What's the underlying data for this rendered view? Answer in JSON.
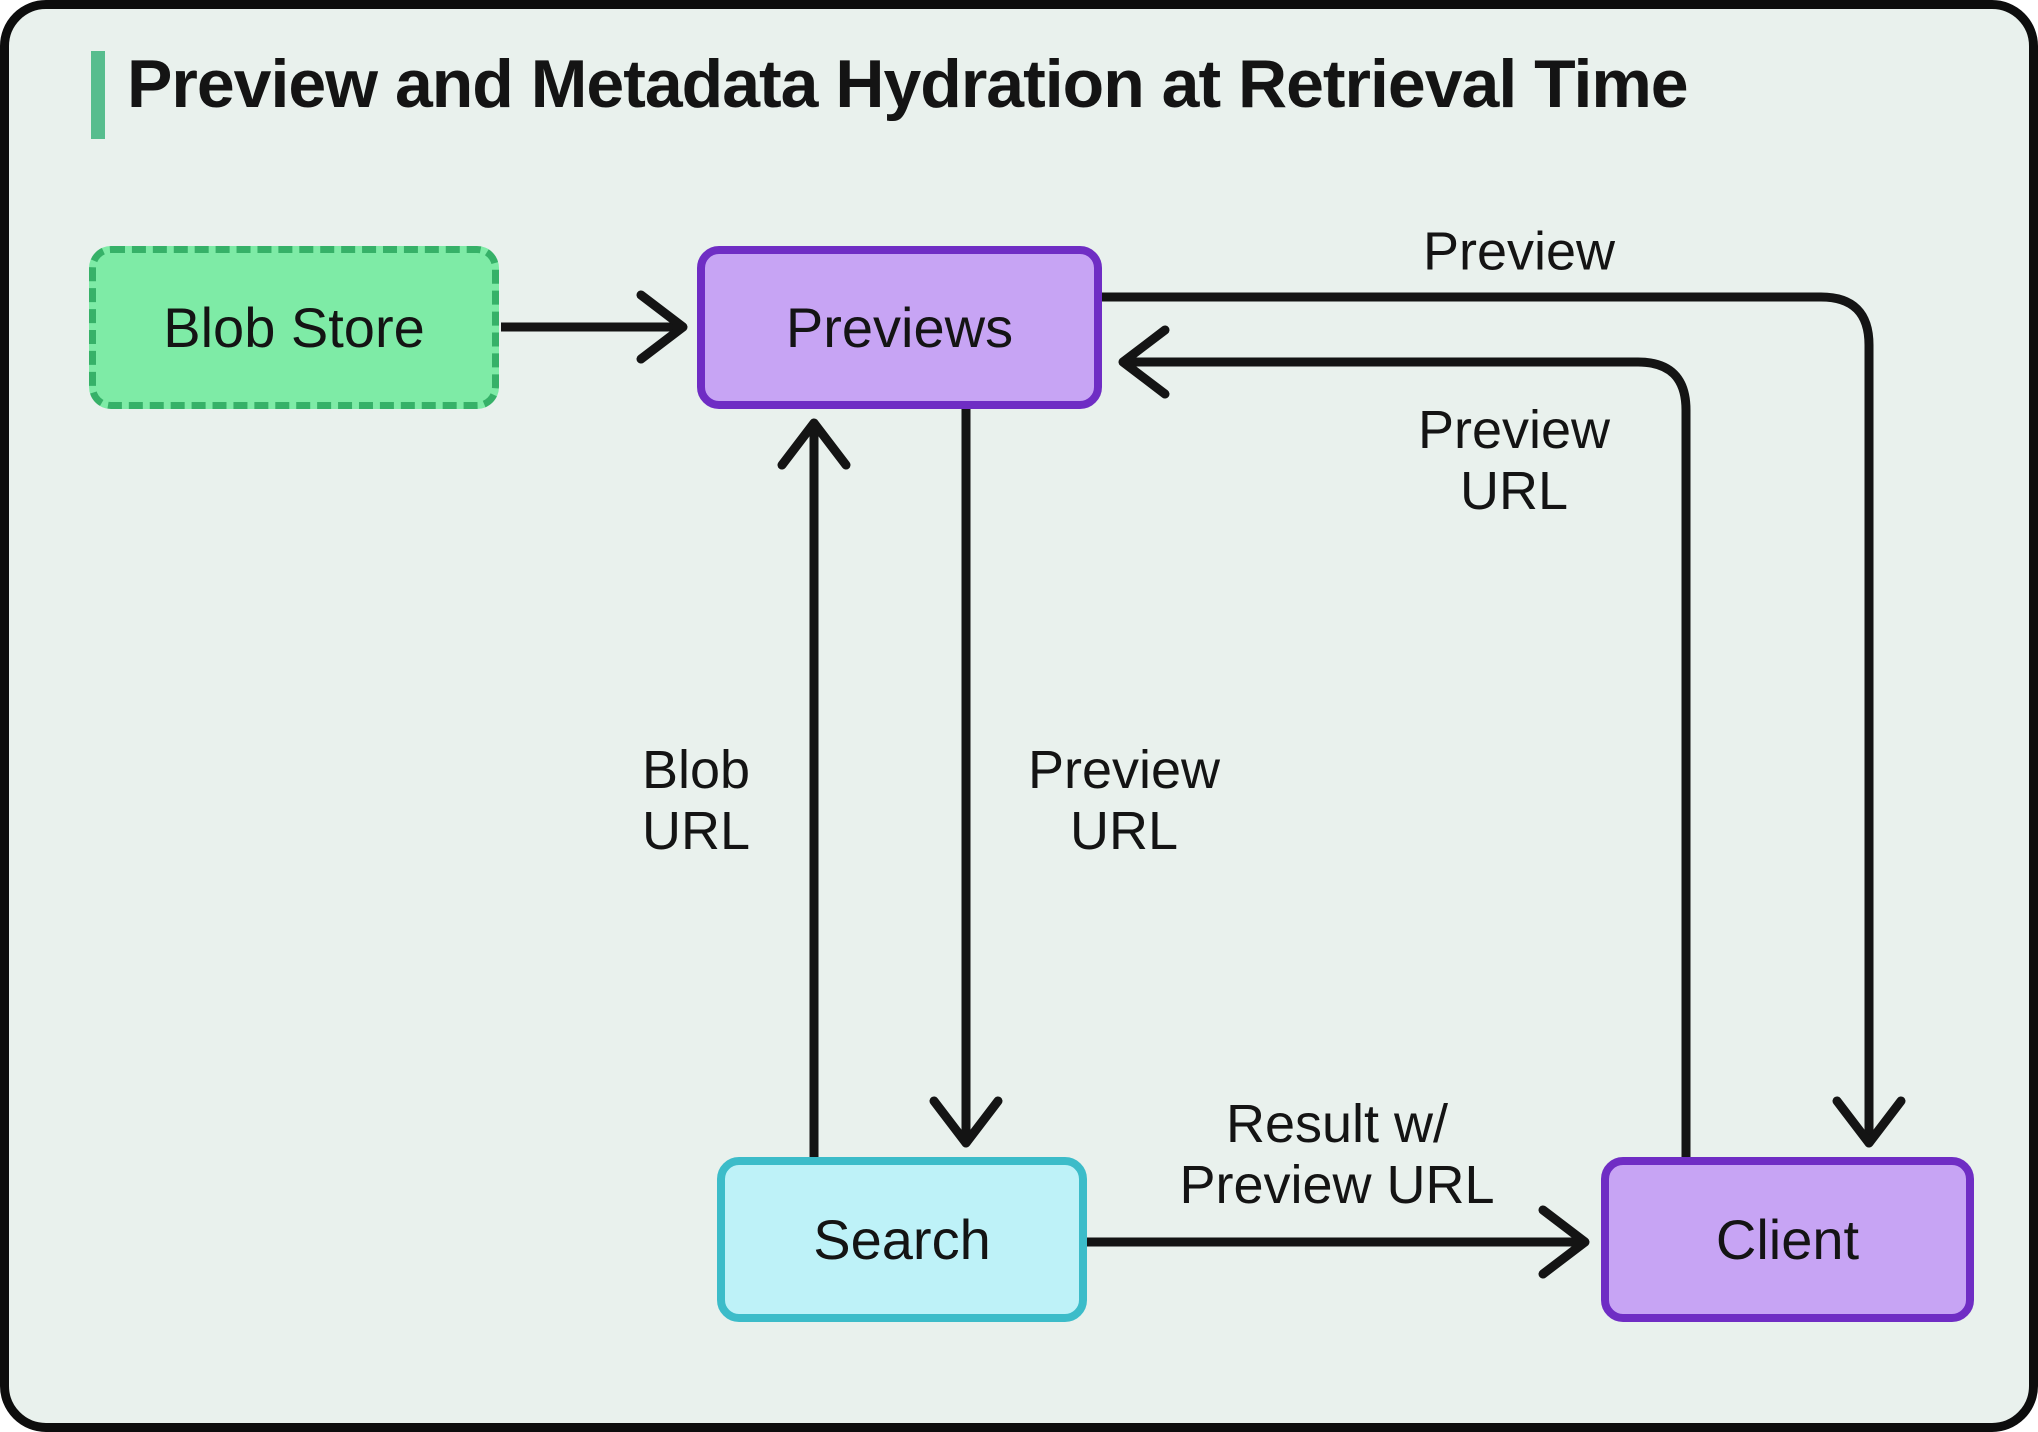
{
  "title": "Preview and Metadata Hydration at Retrieval Time",
  "colors": {
    "bg": "#e9f1ed",
    "ink": "#141414",
    "accent_green": "#57bd8e",
    "blob_fill": "#7eeba6",
    "blob_border": "#36b168",
    "purple_fill": "#c7a4f4",
    "purple_border": "#6f2dc4",
    "search_fill": "#bef2f8",
    "search_border": "#3cbcc9"
  },
  "nodes": {
    "blob_store": {
      "label": "Blob Store"
    },
    "previews": {
      "label": "Previews"
    },
    "search": {
      "label": "Search"
    },
    "client": {
      "label": "Client"
    }
  },
  "edges": {
    "blob_store_to_previews": {
      "label": ""
    },
    "previews_to_client": {
      "label": "Preview"
    },
    "client_to_previews": {
      "label": "Preview\nURL"
    },
    "search_to_previews": {
      "label": "Blob\nURL"
    },
    "previews_to_search": {
      "label": "Preview\nURL"
    },
    "search_to_client": {
      "label": "Result w/\nPreview URL"
    }
  }
}
